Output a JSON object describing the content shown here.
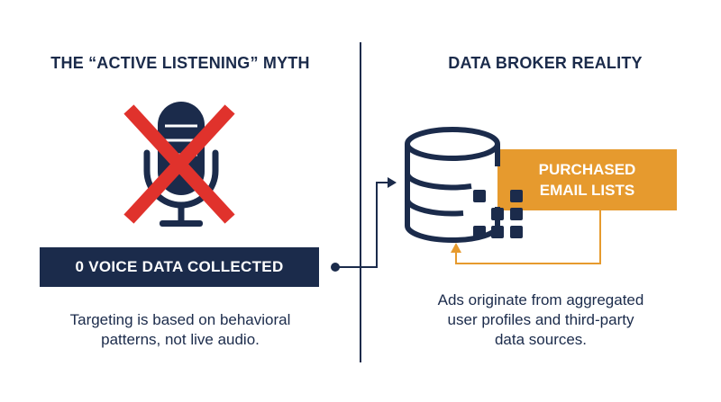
{
  "left_panel": {
    "heading": "THE “ACTIVE LISTENING” MYTH",
    "badge": "0 VOICE DATA COLLECTED",
    "caption_line1": "Targeting is based on behavioral",
    "caption_line2": "patterns, not live audio."
  },
  "right_panel": {
    "heading": "DATA BROKER REALITY",
    "box_line1": "PURCHASED",
    "box_line2": "EMAIL LISTS",
    "caption_line1": "Ads originate from aggregated",
    "caption_line2": "user profiles and third-party",
    "caption_line3": "data sources."
  },
  "colors": {
    "navy": "#1b2b4b",
    "red": "#e0322c",
    "orange": "#e69a2e"
  },
  "icons": {
    "left": "crossed-out-microphone-icon",
    "right": "database-icon"
  }
}
